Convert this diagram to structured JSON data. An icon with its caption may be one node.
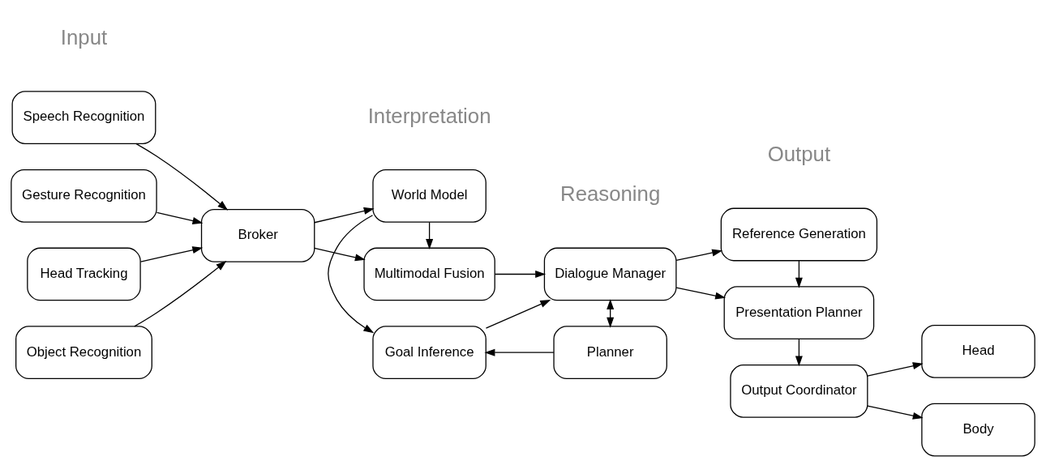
{
  "diagram": {
    "nodes": [
      {
        "text": [
          "Speech Recognition"
        ]
      },
      {
        "text": [
          "Gesture Recognition"
        ]
      },
      {
        "text": [
          "Head Tracking"
        ]
      },
      {
        "text": [
          "Object Recognition"
        ]
      },
      {
        "text": [
          "Broker"
        ]
      },
      {
        "text": [
          "Multimodal Fusion"
        ]
      },
      {
        "text": [
          "World Model"
        ]
      },
      {
        "text": [
          "Goal Inference"
        ]
      },
      {
        "text": [
          "Dialogue Manager"
        ]
      },
      {
        "text": [
          "Planner"
        ]
      },
      {
        "text": [
          "Reference Generation"
        ]
      },
      {
        "text": [
          "Presentation Planner"
        ]
      },
      {
        "text": [
          "Output Coordinator"
        ]
      },
      {
        "text": [
          "Head"
        ]
      },
      {
        "text": [
          "Body"
        ]
      }
    ],
    "edges": [
      {
        "from": 0,
        "to": 4,
        "arrow": "to"
      },
      {
        "from": 1,
        "to": 4,
        "arrow": "to"
      },
      {
        "from": 2,
        "to": 4,
        "arrow": "to"
      },
      {
        "from": 3,
        "to": 4,
        "arrow": "to"
      },
      {
        "from": 4,
        "to": 5,
        "arrow": "to"
      },
      {
        "from": 4,
        "to": 6,
        "arrow": "to"
      },
      {
        "from": 6,
        "to": 5,
        "arrow": "to"
      },
      {
        "from": 6,
        "to": 7,
        "arrow": "to"
      },
      {
        "from": 5,
        "to": 8,
        "arrow": "to"
      },
      {
        "from": 7,
        "to": 8,
        "arrow": "to"
      },
      {
        "from": 9,
        "to": 7,
        "arrow": "to"
      },
      {
        "from": 8,
        "to": 9,
        "arrow": "both"
      },
      {
        "from": 8,
        "to": 10,
        "arrow": "to"
      },
      {
        "from": 8,
        "to": 11,
        "arrow": "to"
      },
      {
        "from": 10,
        "to": 11,
        "arrow": "to"
      },
      {
        "from": 11,
        "to": 12,
        "arrow": "to"
      },
      {
        "from": 12,
        "to": 13,
        "arrow": "to"
      },
      {
        "from": 12,
        "to": 14,
        "arrow": "to"
      }
    ],
    "labels": [
      "Input",
      "Interpretation",
      "Reasoning",
      "Output"
    ]
  }
}
